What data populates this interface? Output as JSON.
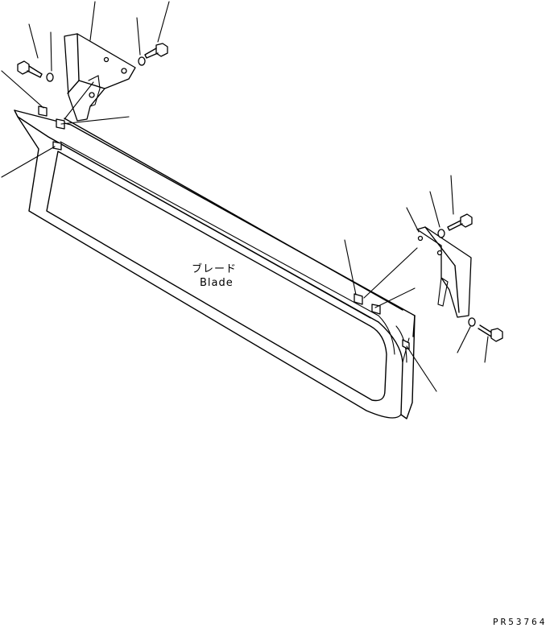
{
  "labels": {
    "blade_jp": "ブレード",
    "blade_en": "Blade"
  },
  "drawing_code": "PR53764"
}
